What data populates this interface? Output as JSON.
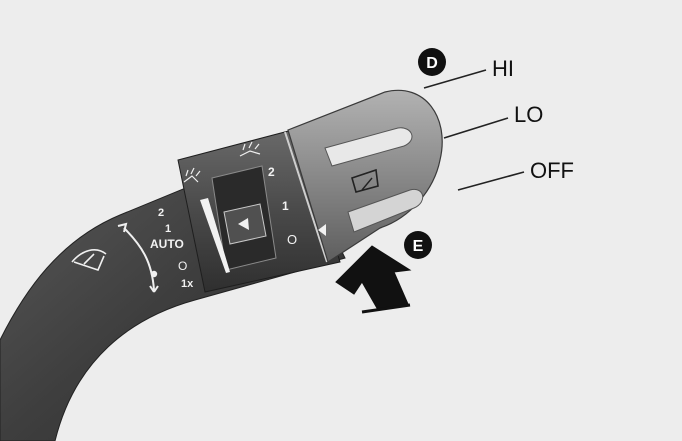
{
  "labels": {
    "hi": "HI",
    "lo": "LO",
    "off": "OFF"
  },
  "badges": {
    "d": "D",
    "e": "E"
  },
  "lever_markings": {
    "auto": "AUTO",
    "once": "1x",
    "inner_2": "2",
    "inner_1": "1",
    "outer_2": "2",
    "outer_1": "1",
    "outer_0": "O",
    "inner_0": "O"
  },
  "icons": {
    "wiper": "front-wiper-icon",
    "washer": "washer-spray-icon",
    "rear": "rear-wiper-icon",
    "arrow": "push-arrow-icon"
  },
  "colors": {
    "background": "#ededed",
    "lever_dark": "#3a3a3a",
    "lever_mid": "#5a5a5a",
    "tip_light": "#9a9a9a",
    "text_white": "#ffffff",
    "badge_black": "#111111"
  }
}
